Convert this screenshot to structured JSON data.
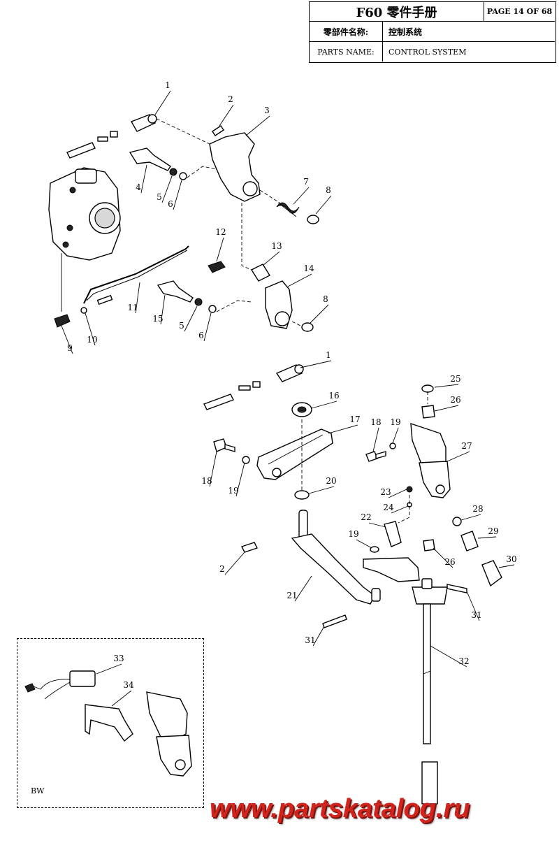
{
  "title_block": {
    "title": "F60 零件手册",
    "page": "PAGE 14 OF 68",
    "parts_name_cn_label": "零部件名称:",
    "parts_name_cn_value": "控制系统",
    "parts_name_en_label": "PARTS NAME:",
    "parts_name_en_value": "CONTROL SYSTEM"
  },
  "variant_label": "BW",
  "watermark": "www.partskatalog.ru",
  "callouts": [
    {
      "id": "c1a",
      "label": "1"
    },
    {
      "id": "c2a",
      "label": "2"
    },
    {
      "id": "c3",
      "label": "3"
    },
    {
      "id": "c4",
      "label": "4"
    },
    {
      "id": "c5a",
      "label": "5"
    },
    {
      "id": "c6a",
      "label": "6"
    },
    {
      "id": "c7",
      "label": "7"
    },
    {
      "id": "c8a",
      "label": "8"
    },
    {
      "id": "c9",
      "label": "9"
    },
    {
      "id": "c10",
      "label": "10"
    },
    {
      "id": "c11",
      "label": "11"
    },
    {
      "id": "c12",
      "label": "12"
    },
    {
      "id": "c13",
      "label": "13"
    },
    {
      "id": "c14",
      "label": "14"
    },
    {
      "id": "c15",
      "label": "15"
    },
    {
      "id": "c5b",
      "label": "5"
    },
    {
      "id": "c6b",
      "label": "6"
    },
    {
      "id": "c8b",
      "label": "8"
    },
    {
      "id": "c1b",
      "label": "1"
    },
    {
      "id": "c16",
      "label": "16"
    },
    {
      "id": "c17",
      "label": "17"
    },
    {
      "id": "c18a",
      "label": "18"
    },
    {
      "id": "c19a",
      "label": "19"
    },
    {
      "id": "c18b",
      "label": "18"
    },
    {
      "id": "c19b",
      "label": "19"
    },
    {
      "id": "c20",
      "label": "20"
    },
    {
      "id": "c2b",
      "label": "2"
    },
    {
      "id": "c21",
      "label": "21"
    },
    {
      "id": "c22",
      "label": "22"
    },
    {
      "id": "c23",
      "label": "23"
    },
    {
      "id": "c24",
      "label": "24"
    },
    {
      "id": "c19c",
      "label": "19"
    },
    {
      "id": "c25",
      "label": "25"
    },
    {
      "id": "c26a",
      "label": "26"
    },
    {
      "id": "c27",
      "label": "27"
    },
    {
      "id": "c28",
      "label": "28"
    },
    {
      "id": "c29",
      "label": "29"
    },
    {
      "id": "c26b",
      "label": "26"
    },
    {
      "id": "c30",
      "label": "30"
    },
    {
      "id": "c31a",
      "label": "31"
    },
    {
      "id": "c31b",
      "label": "31"
    },
    {
      "id": "c32",
      "label": "32"
    },
    {
      "id": "c33",
      "label": "33"
    },
    {
      "id": "c34",
      "label": "34"
    }
  ]
}
